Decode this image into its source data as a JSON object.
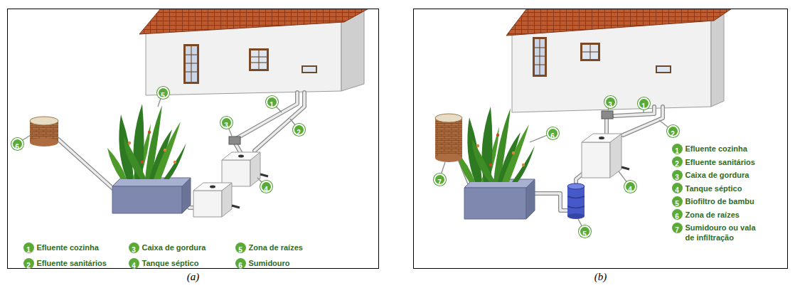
{
  "diagram": {
    "nodes": [
      {
        "text": [
          "(a)"
        ]
      },
      {
        "text": [
          "1"
        ],
        "in": 0
      },
      {
        "text": [
          "2"
        ],
        "in": 0
      },
      {
        "text": [
          "3"
        ],
        "in": 0
      },
      {
        "text": [
          "4"
        ],
        "in": 0
      },
      {
        "text": [
          "5"
        ],
        "in": 0
      },
      {
        "text": [
          "6"
        ],
        "in": 0
      },
      {
        "text": [
          "1",
          "Efluente cozinha"
        ],
        "in": 0
      },
      {
        "text": [
          "2",
          "Efluente sanitários"
        ],
        "in": 0
      },
      {
        "text": [
          "3",
          "Caixa de gordura"
        ],
        "in": 0
      },
      {
        "text": [
          "4",
          "Tanque séptico"
        ],
        "in": 0
      },
      {
        "text": [
          "5",
          "Zona de raízes"
        ],
        "in": 0
      },
      {
        "text": [
          "6",
          "Sumidouro"
        ],
        "in": 0
      },
      {
        "text": [
          "(b)"
        ]
      },
      {
        "text": [
          "1"
        ],
        "in": 13
      },
      {
        "text": [
          "2"
        ],
        "in": 13
      },
      {
        "text": [
          "3"
        ],
        "in": 13
      },
      {
        "text": [
          "4"
        ],
        "in": 13
      },
      {
        "text": [
          "5"
        ],
        "in": 13
      },
      {
        "text": [
          "6"
        ],
        "in": 13
      },
      {
        "text": [
          "7"
        ],
        "in": 13
      },
      {
        "text": [
          "1",
          "Efluente cozinha"
        ],
        "in": 13
      },
      {
        "text": [
          "2",
          "Efluente sanitários"
        ],
        "in": 13
      },
      {
        "text": [
          "3",
          "Caixa de gordura"
        ],
        "in": 13
      },
      {
        "text": [
          "4",
          "Tanque séptico"
        ],
        "in": 13
      },
      {
        "text": [
          "5",
          "Biofiltro de bambu"
        ],
        "in": 13
      },
      {
        "text": [
          "6",
          "Zona de raízes"
        ],
        "in": 13
      },
      {
        "text": [
          "7",
          "Sumidouro ou vala de infiltração"
        ],
        "in": 13
      }
    ]
  }
}
